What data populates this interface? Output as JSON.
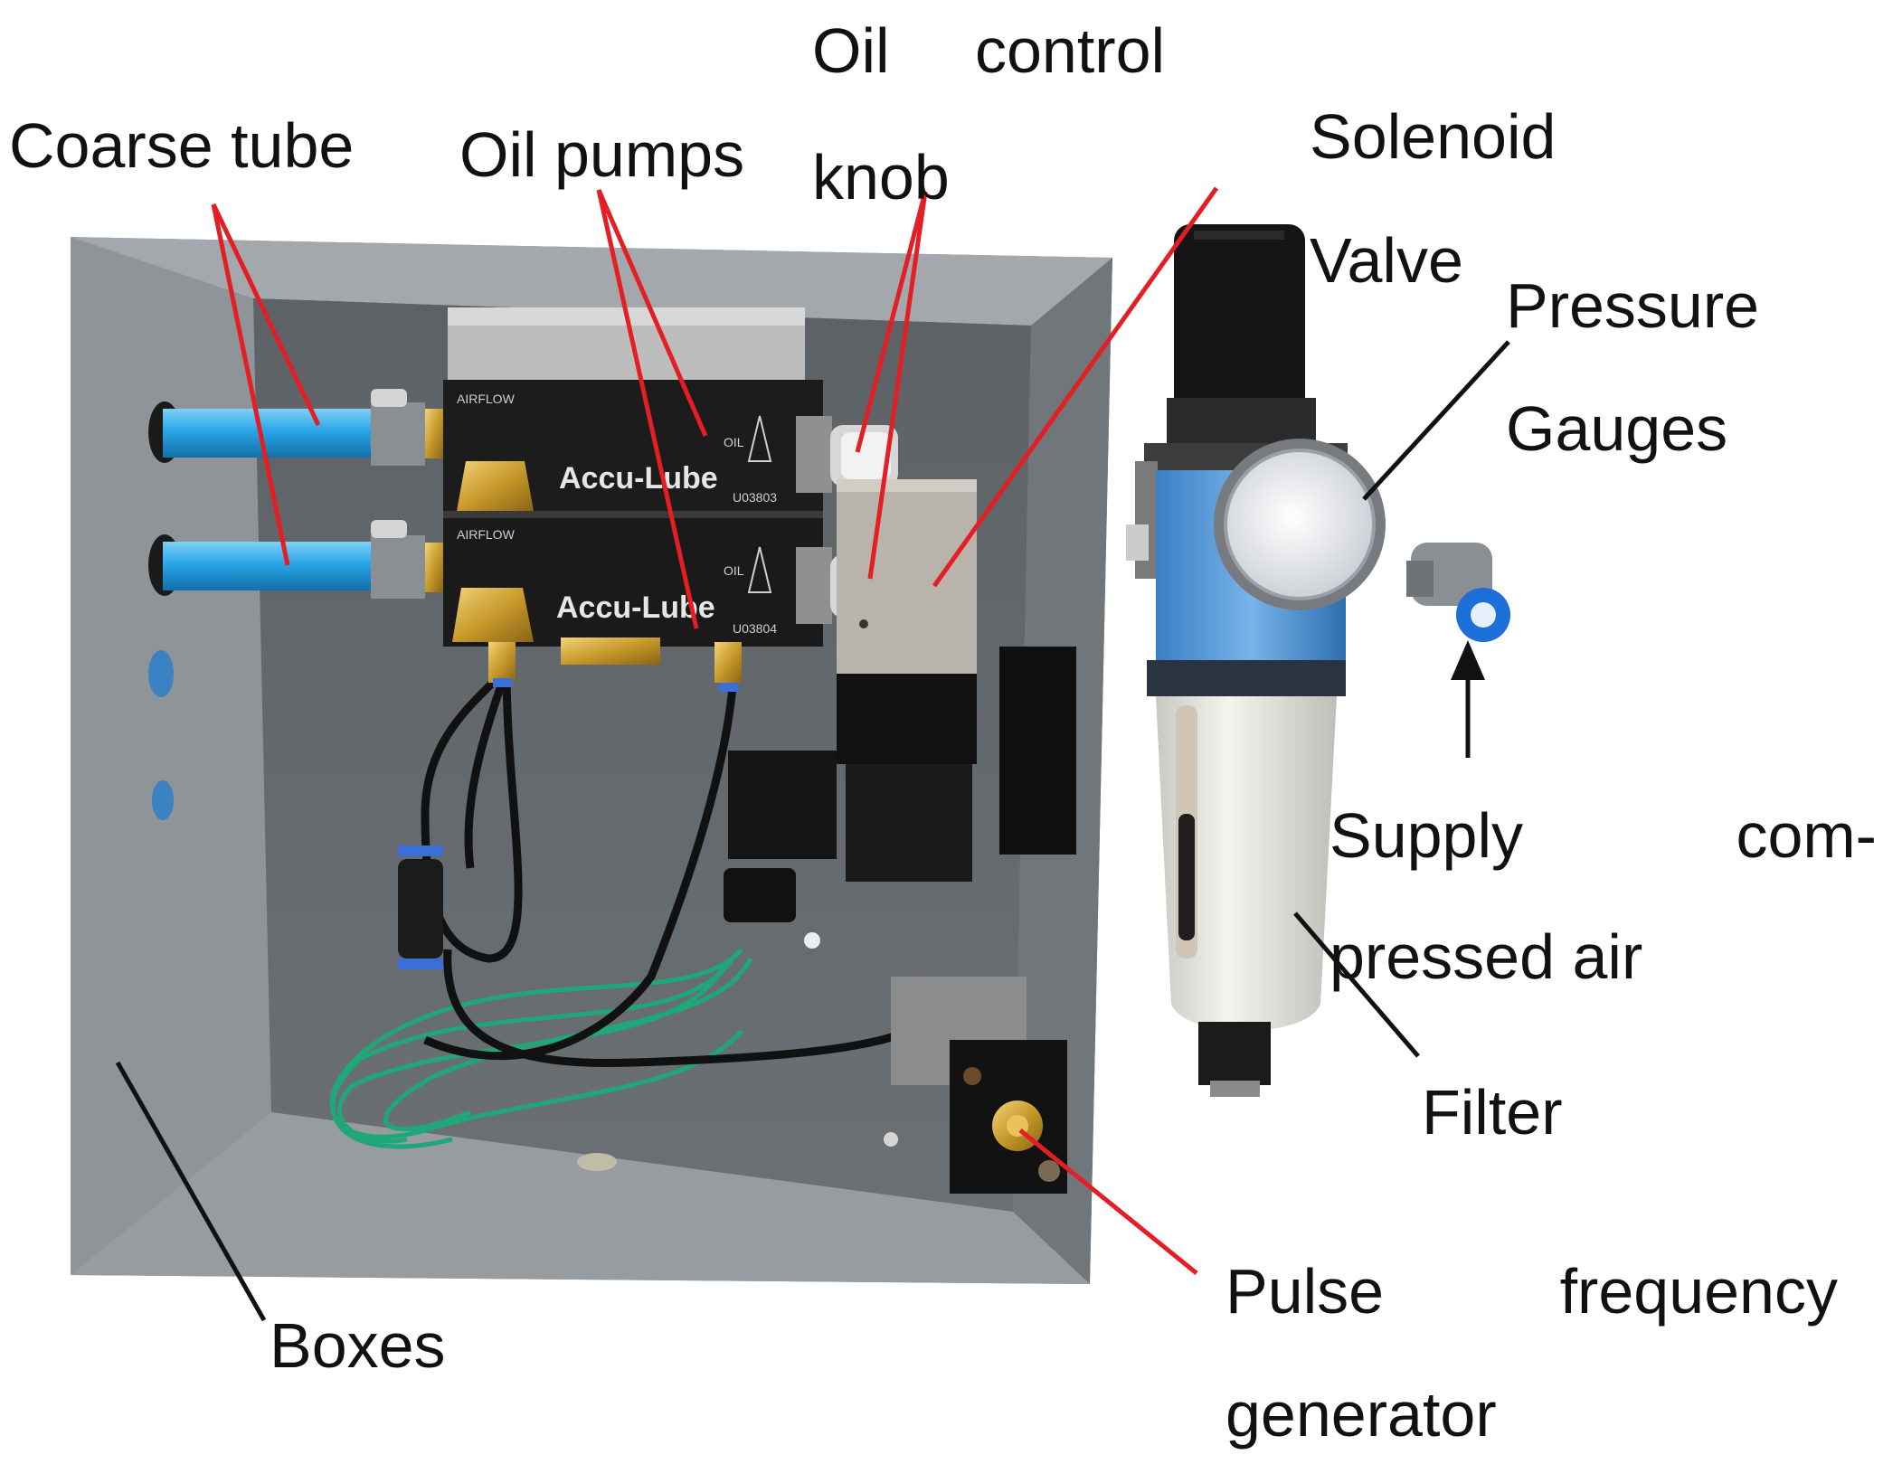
{
  "labels": {
    "coarse_tube": "Coarse tube",
    "oil_pumps": "Oil pumps",
    "oil_control_1": "Oil",
    "oil_control_2": "control",
    "oil_control_3": "knob",
    "solenoid_1": "Solenoid",
    "solenoid_2": "Valve",
    "pressure_1": "Pressure",
    "pressure_2": "Gauges",
    "supply_1": "Supply",
    "supply_2": "com-",
    "supply_3": "pressed air",
    "filter": "Filter",
    "boxes": "Boxes",
    "pulse_1": "Pulse",
    "pulse_2": "frequency",
    "pulse_3": "generator"
  },
  "device_text": {
    "brand": "Accu-Lube",
    "airflow": "AIRFLOW",
    "oil": "OIL",
    "code_top": "U03803",
    "code_bottom": "U03804"
  },
  "colors": {
    "red_leader": "#e31e24",
    "black_leader": "#111111",
    "box_gray": "#7d8286",
    "tube_blue": "#2aa6e8"
  }
}
